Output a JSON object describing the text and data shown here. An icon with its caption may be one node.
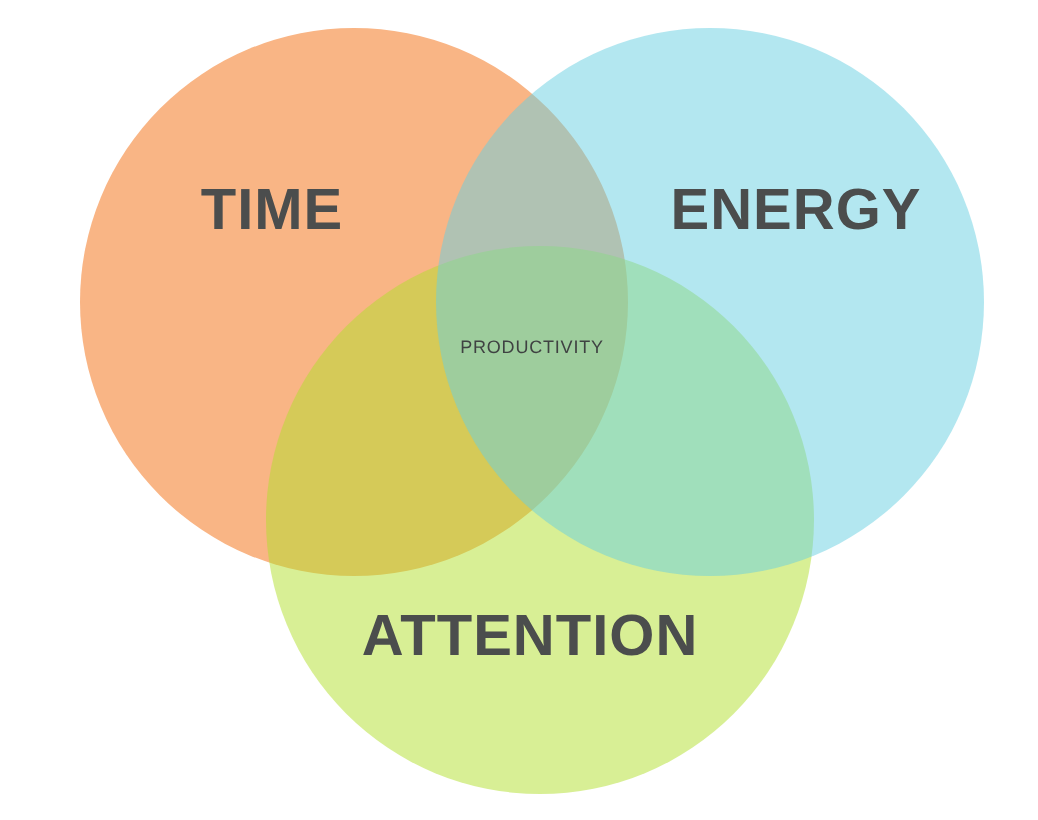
{
  "diagram": {
    "nodes": [
      {
        "text": [
          "TIME"
        ]
      },
      {
        "text": [
          "ENERGY"
        ]
      },
      {
        "text": [
          "ATTENTION"
        ]
      }
    ],
    "labels": [
      "PRODUCTIVITY"
    ]
  }
}
